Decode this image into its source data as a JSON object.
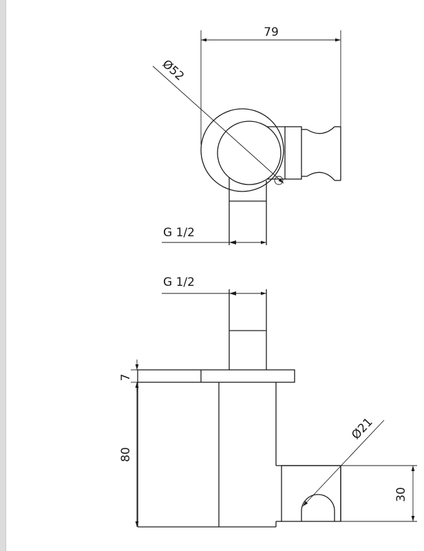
{
  "drawing": {
    "dimensions": {
      "width_top": "79",
      "diameter_large": "Ø52",
      "thread_top": "G 1/2",
      "thread_bottom": "G 1/2",
      "flange_thickness": "7",
      "body_height": "80",
      "diameter_small": "Ø21",
      "holder_height": "30"
    },
    "colors": {
      "ink": "#1a1a1a",
      "background": "#ffffff"
    }
  }
}
